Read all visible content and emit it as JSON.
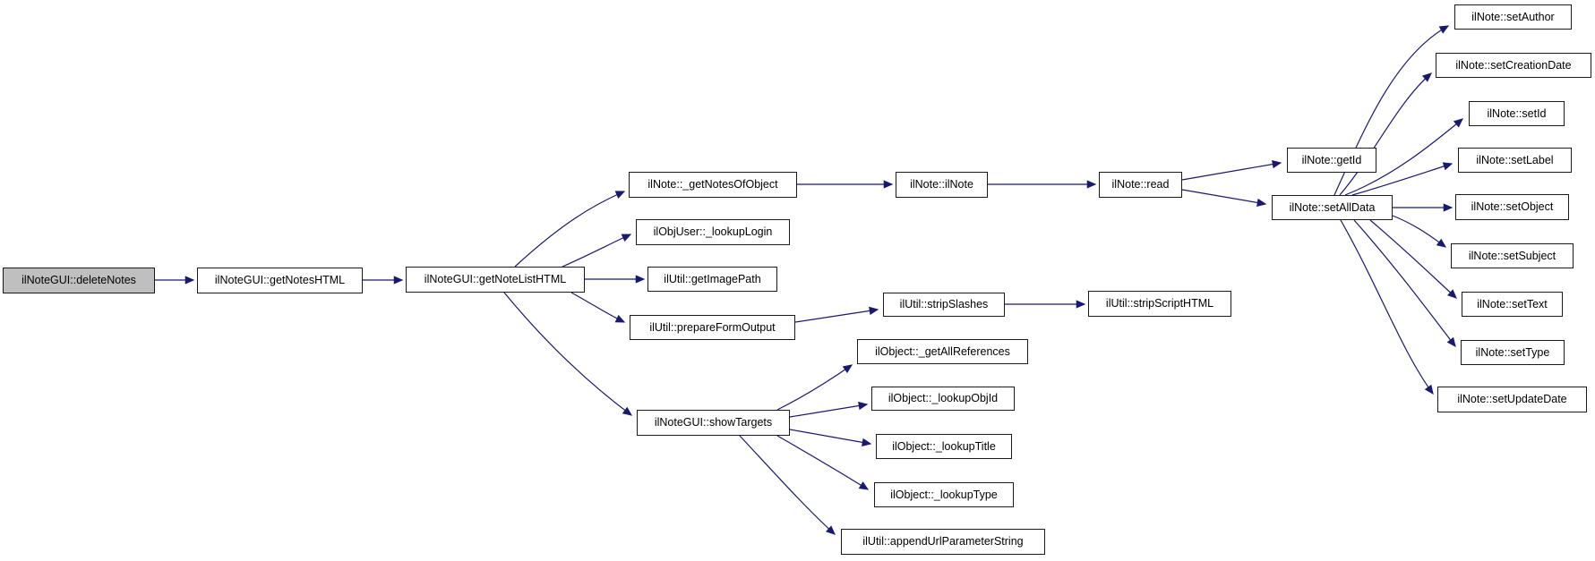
{
  "diagram": {
    "kind": "call-graph",
    "root_function": "ilNoteGUI::deleteNotes",
    "colors": {
      "background": "#ffffff",
      "node_fill": "#ffffff",
      "node_border": "#1a1a1a",
      "root_node_fill": "#bfbfbf",
      "edge": "#191970",
      "text": "#000000"
    },
    "nodes": [
      {
        "id": "deleteNotes",
        "label": "ilNoteGUI::deleteNotes"
      },
      {
        "id": "getNotesHTML",
        "label": "ilNoteGUI::getNotesHTML"
      },
      {
        "id": "getNoteListHTML",
        "label": "ilNoteGUI::getNoteListHTML"
      },
      {
        "id": "getNotesOfObject",
        "label": "ilNote::_getNotesOfObject"
      },
      {
        "id": "lookupLogin",
        "label": "ilObjUser::_lookupLogin"
      },
      {
        "id": "getImagePath",
        "label": "ilUtil::getImagePath"
      },
      {
        "id": "prepareFormOutput",
        "label": "ilUtil::prepareFormOutput"
      },
      {
        "id": "showTargets",
        "label": "ilNoteGUI::showTargets"
      },
      {
        "id": "ilNote",
        "label": "ilNote::ilNote"
      },
      {
        "id": "stripSlashes",
        "label": "ilUtil::stripSlashes"
      },
      {
        "id": "getAllReferences",
        "label": "ilObject::_getAllReferences"
      },
      {
        "id": "lookupObjId",
        "label": "ilObject::_lookupObjId"
      },
      {
        "id": "lookupTitle",
        "label": "ilObject::_lookupTitle"
      },
      {
        "id": "lookupType",
        "label": "ilObject::_lookupType"
      },
      {
        "id": "appendUrlParameterString",
        "label": "ilUtil::appendUrlParameterString"
      },
      {
        "id": "read",
        "label": "ilNote::read"
      },
      {
        "id": "stripScriptHTML",
        "label": "ilUtil::stripScriptHTML"
      },
      {
        "id": "getId",
        "label": "ilNote::getId"
      },
      {
        "id": "setAllData",
        "label": "ilNote::setAllData"
      },
      {
        "id": "setAuthor",
        "label": "ilNote::setAuthor"
      },
      {
        "id": "setCreationDate",
        "label": "ilNote::setCreationDate"
      },
      {
        "id": "setId",
        "label": "ilNote::setId"
      },
      {
        "id": "setLabel",
        "label": "ilNote::setLabel"
      },
      {
        "id": "setObject",
        "label": "ilNote::setObject"
      },
      {
        "id": "setSubject",
        "label": "ilNote::setSubject"
      },
      {
        "id": "setText",
        "label": "ilNote::setText"
      },
      {
        "id": "setType",
        "label": "ilNote::setType"
      },
      {
        "id": "setUpdateDate",
        "label": "ilNote::setUpdateDate"
      }
    ],
    "edges": [
      {
        "from": "ilNoteGUI::deleteNotes",
        "to": "ilNoteGUI::getNotesHTML"
      },
      {
        "from": "ilNoteGUI::getNotesHTML",
        "to": "ilNoteGUI::getNoteListHTML"
      },
      {
        "from": "ilNoteGUI::getNoteListHTML",
        "to": "ilNote::_getNotesOfObject"
      },
      {
        "from": "ilNoteGUI::getNoteListHTML",
        "to": "ilObjUser::_lookupLogin"
      },
      {
        "from": "ilNoteGUI::getNoteListHTML",
        "to": "ilUtil::getImagePath"
      },
      {
        "from": "ilNoteGUI::getNoteListHTML",
        "to": "ilUtil::prepareFormOutput"
      },
      {
        "from": "ilNoteGUI::getNoteListHTML",
        "to": "ilNoteGUI::showTargets"
      },
      {
        "from": "ilNote::_getNotesOfObject",
        "to": "ilNote::ilNote"
      },
      {
        "from": "ilNote::ilNote",
        "to": "ilNote::read"
      },
      {
        "from": "ilUtil::prepareFormOutput",
        "to": "ilUtil::stripSlashes"
      },
      {
        "from": "ilUtil::stripSlashes",
        "to": "ilUtil::stripScriptHTML"
      },
      {
        "from": "ilNoteGUI::showTargets",
        "to": "ilObject::_getAllReferences"
      },
      {
        "from": "ilNoteGUI::showTargets",
        "to": "ilObject::_lookupObjId"
      },
      {
        "from": "ilNoteGUI::showTargets",
        "to": "ilObject::_lookupTitle"
      },
      {
        "from": "ilNoteGUI::showTargets",
        "to": "ilObject::_lookupType"
      },
      {
        "from": "ilNoteGUI::showTargets",
        "to": "ilUtil::appendUrlParameterString"
      },
      {
        "from": "ilNote::read",
        "to": "ilNote::getId"
      },
      {
        "from": "ilNote::read",
        "to": "ilNote::setAllData"
      },
      {
        "from": "ilNote::setAllData",
        "to": "ilNote::setAuthor"
      },
      {
        "from": "ilNote::setAllData",
        "to": "ilNote::setCreationDate"
      },
      {
        "from": "ilNote::setAllData",
        "to": "ilNote::setId"
      },
      {
        "from": "ilNote::setAllData",
        "to": "ilNote::setLabel"
      },
      {
        "from": "ilNote::setAllData",
        "to": "ilNote::setObject"
      },
      {
        "from": "ilNote::setAllData",
        "to": "ilNote::setSubject"
      },
      {
        "from": "ilNote::setAllData",
        "to": "ilNote::setText"
      },
      {
        "from": "ilNote::setAllData",
        "to": "ilNote::setType"
      },
      {
        "from": "ilNote::setAllData",
        "to": "ilNote::setUpdateDate"
      }
    ]
  }
}
